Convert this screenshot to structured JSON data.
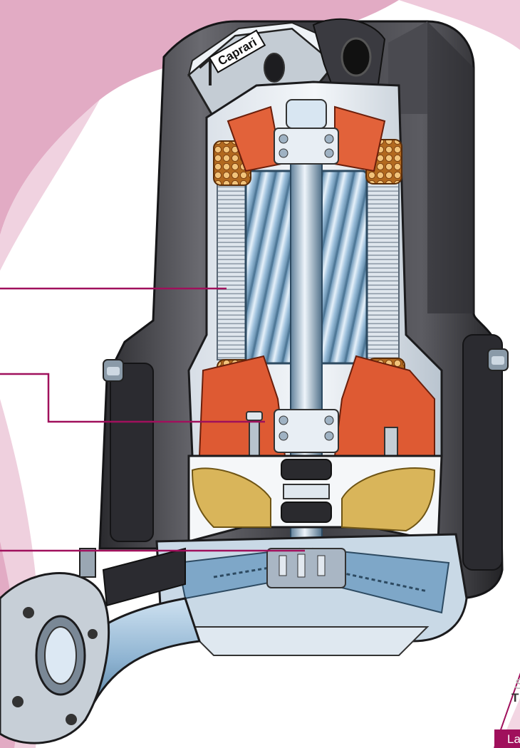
{
  "brand": {
    "logo_text": "Caprari",
    "accent_color": "#a0105c",
    "background_pink": "#dfa4bf"
  },
  "corner_caption": {
    "line1": "S",
    "line2": "T",
    "footer": "La"
  }
}
